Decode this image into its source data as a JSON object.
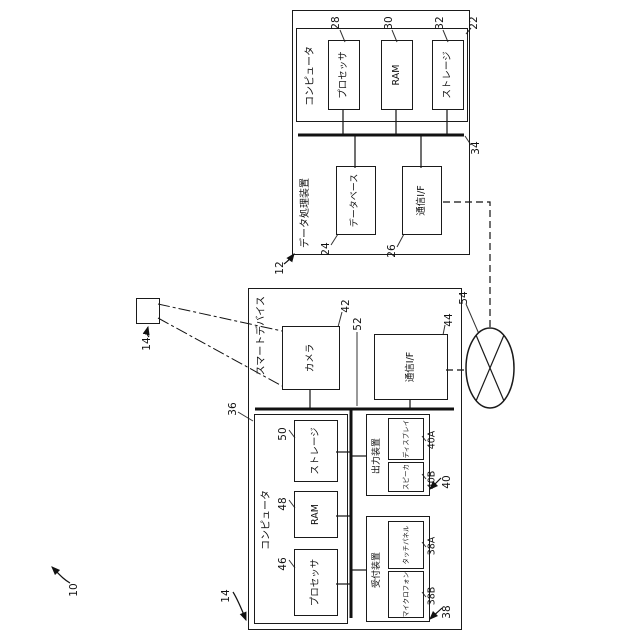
{
  "figure": {
    "system_ref": "10",
    "subject": {
      "ref": "14"
    },
    "smart_device": {
      "label": "スマートデバイス",
      "ref": "14",
      "computer": {
        "label": "コンピュータ",
        "ref": "36",
        "processor": {
          "label": "プロセッサ",
          "ref": "46"
        },
        "ram": {
          "label": "RAM",
          "ref": "48"
        },
        "storage": {
          "label": "ストレージ",
          "ref": "50"
        }
      },
      "camera": {
        "label": "カメラ",
        "ref": "42"
      },
      "bus": {
        "ref": "52"
      },
      "comm_if": {
        "label": "通信I/F",
        "ref": "44"
      },
      "output_device": {
        "label": "出力装置",
        "ref": "40",
        "display": {
          "label": "ディスプレイ",
          "ref": "40A"
        },
        "speaker": {
          "label": "スピーカ",
          "ref": "40B"
        }
      },
      "input_device": {
        "label": "受付装置",
        "ref": "38",
        "touch_panel": {
          "label": "タッチパネル",
          "ref": "38A"
        },
        "microphone": {
          "label": "マイクロフォン",
          "ref": "38B"
        }
      }
    },
    "network": {
      "ref": "54"
    },
    "data_processing_device": {
      "label": "データ処理装置",
      "ref": "12",
      "computer": {
        "label": "コンピュータ",
        "ref": "22",
        "processor": {
          "label": "プロセッサ",
          "ref": "28"
        },
        "ram": {
          "label": "RAM",
          "ref": "30"
        },
        "storage": {
          "label": "ストレージ",
          "ref": "32"
        }
      },
      "bus": {
        "ref": "34"
      },
      "database": {
        "label": "データベース",
        "ref": "24"
      },
      "comm_if": {
        "label": "通信I/F",
        "ref": "26"
      }
    },
    "colors": {
      "line": "#1a1a1a",
      "background": "#ffffff"
    }
  }
}
